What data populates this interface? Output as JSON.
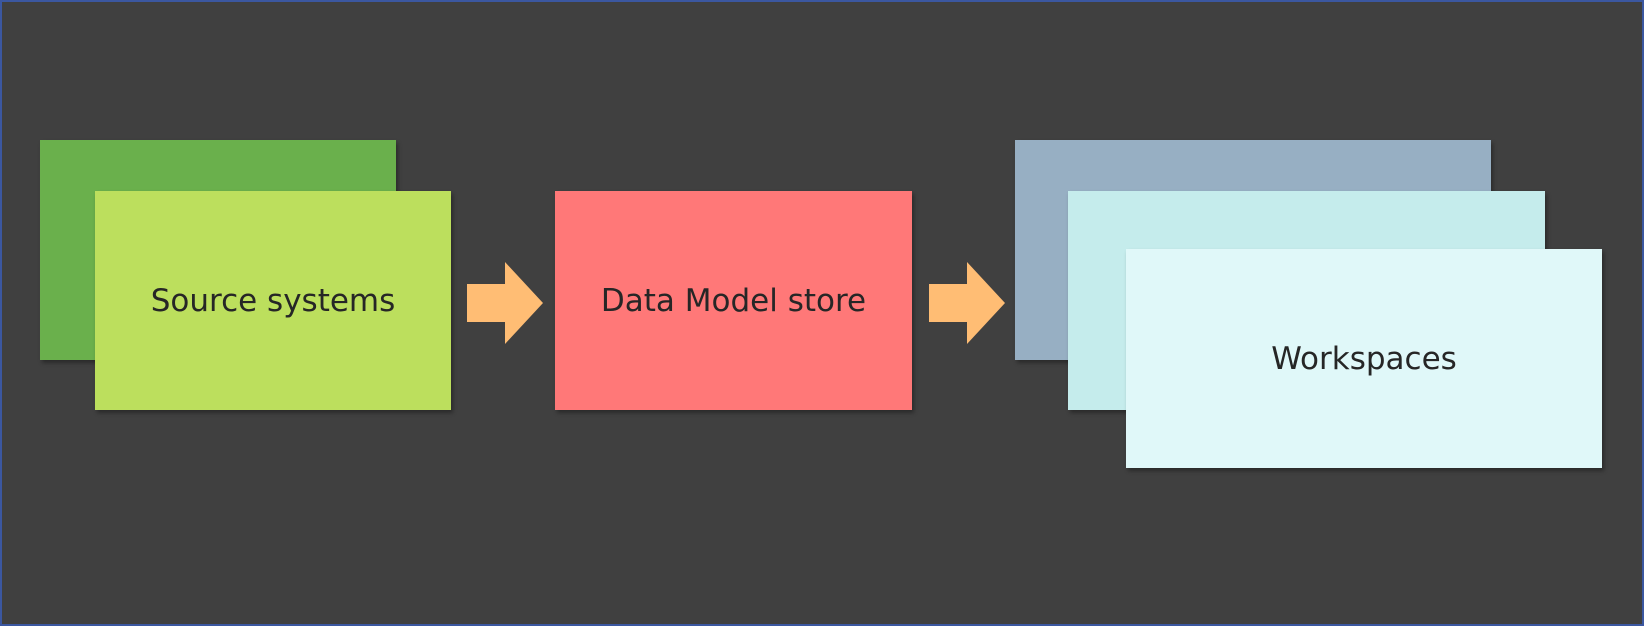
{
  "colors": {
    "background": "#404040",
    "border": "#3b57a0",
    "source_back": "#6ab04c",
    "source_front": "#bcdf5d",
    "datamodel": "#ff7878",
    "workspace_back": "#97afc3",
    "workspace_middle": "#c5ecec",
    "workspace_front": "#e0f8f9",
    "arrow": "#ffbd74",
    "text": "#262626"
  },
  "nodes": {
    "source_systems": {
      "label": "Source systems"
    },
    "data_model_store": {
      "label": "Data Model store"
    },
    "workspaces": {
      "label": "Workspaces"
    }
  },
  "edges": [
    {
      "from": "source_systems",
      "to": "data_model_store"
    },
    {
      "from": "data_model_store",
      "to": "workspaces"
    }
  ]
}
